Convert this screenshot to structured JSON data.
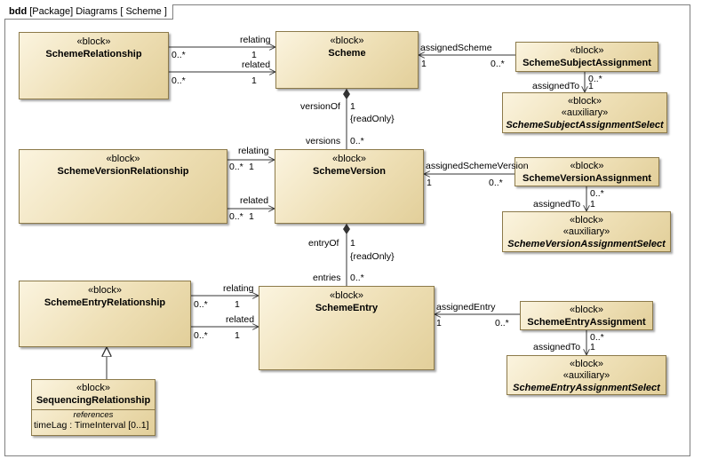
{
  "frame": {
    "kind": "bdd",
    "title": "[Package] Diagrams [ Scheme ]"
  },
  "stereotypes": {
    "block": "«block»",
    "auxiliary": "«auxiliary»"
  },
  "blocks": {
    "scheme_relationship": "SchemeRelationship",
    "scheme": "Scheme",
    "scheme_subject_assignment": "SchemeSubjectAssignment",
    "scheme_subject_assignment_select": "SchemeSubjectAssignmentSelect",
    "scheme_version_relationship": "SchemeVersionRelationship",
    "scheme_version": "SchemeVersion",
    "scheme_version_assignment": "SchemeVersionAssignment",
    "scheme_version_assignment_select": "SchemeVersionAssignmentSelect",
    "scheme_entry_relationship": "SchemeEntryRelationship",
    "scheme_entry": "SchemeEntry",
    "scheme_entry_assignment": "SchemeEntryAssignment",
    "scheme_entry_assignment_select": "SchemeEntryAssignmentSelect",
    "sequencing_relationship": "SequencingRelationship"
  },
  "sequencing_props": {
    "header": "references",
    "attr_name": "timeLag",
    "attr_type": " : TimeInterval [0..1]"
  },
  "labels": {
    "relating": "relating",
    "related": "related",
    "assigned_scheme": "assignedScheme",
    "assigned_scheme_version": "assignedSchemeVersion",
    "assigned_entry": "assignedEntry",
    "assigned_to": "assignedTo",
    "version_of": "versionOf",
    "versions": "versions",
    "entry_of": "entryOf",
    "entries": "entries",
    "read_only": "{readOnly}",
    "one": "1",
    "many": "0..*"
  }
}
